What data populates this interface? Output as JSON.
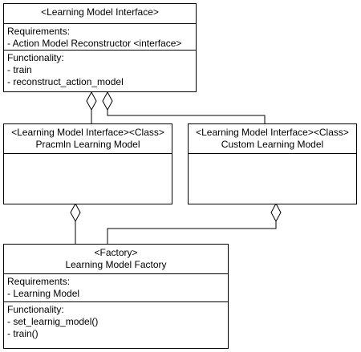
{
  "interface_box": {
    "title": "<Learning Model Interface>",
    "requirements_heading": "Requirements:",
    "requirements": [
      "- Action Model Reconstructor <interface>"
    ],
    "functionality_heading": "Functionality:",
    "functionality": [
      "- train",
      "- reconstruct_action_model"
    ]
  },
  "pracmln_box": {
    "stereotype": "<Learning Model Interface><Class>",
    "name": "Pracmln Learning Model"
  },
  "custom_box": {
    "stereotype": "<Learning Model Interface><Class>",
    "name": "Custom Learning Model"
  },
  "factory_box": {
    "stereotype": "<Factory>",
    "name": "Learning Model Factory",
    "requirements_heading": "Requirements:",
    "requirements": [
      "- Learning Model"
    ],
    "functionality_heading": "Functionality:",
    "functionality": [
      "- set_learnig_model()",
      "- train()"
    ]
  },
  "colors": {
    "stroke": "#000000",
    "fill": "#ffffff"
  }
}
